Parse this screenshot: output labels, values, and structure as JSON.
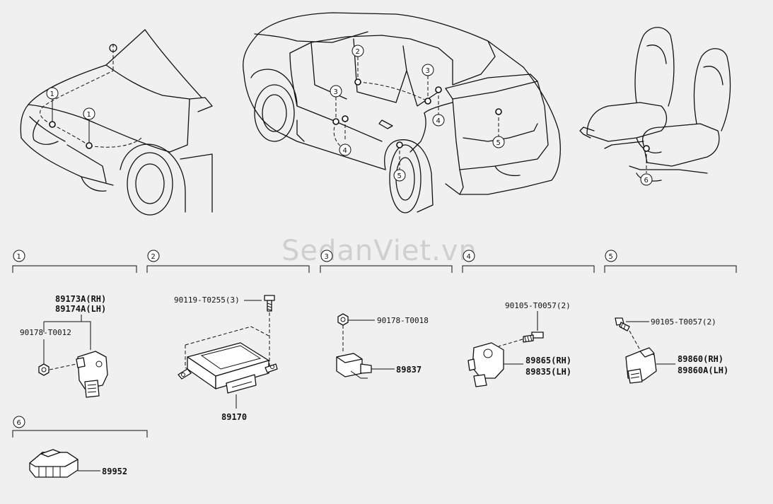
{
  "watermark": "SedanViet.vn",
  "callouts": [
    "1",
    "2",
    "3",
    "4",
    "5",
    "6"
  ],
  "sections": {
    "s1": {
      "num": "1",
      "parts": [
        "89173A(RH)",
        "89174A(LH)"
      ],
      "fastener": "90178-T0012"
    },
    "s2": {
      "num": "2",
      "part": "89170",
      "fastener": "90119-T0255(3)"
    },
    "s3": {
      "num": "3",
      "part": "89837",
      "fastener": "90178-T0018"
    },
    "s4": {
      "num": "4",
      "parts": [
        "89865(RH)",
        "89835(LH)"
      ],
      "fastener": "90105-T0057(2)"
    },
    "s5": {
      "num": "5",
      "parts": [
        "89860(RH)",
        "89860A(LH)"
      ],
      "fastener": "90105-T0057(2)"
    },
    "s6": {
      "num": "6",
      "part": "89952"
    }
  },
  "colors": {
    "background": "#f0f0f0",
    "line": "#111111",
    "watermark": "#cfcfcf"
  }
}
